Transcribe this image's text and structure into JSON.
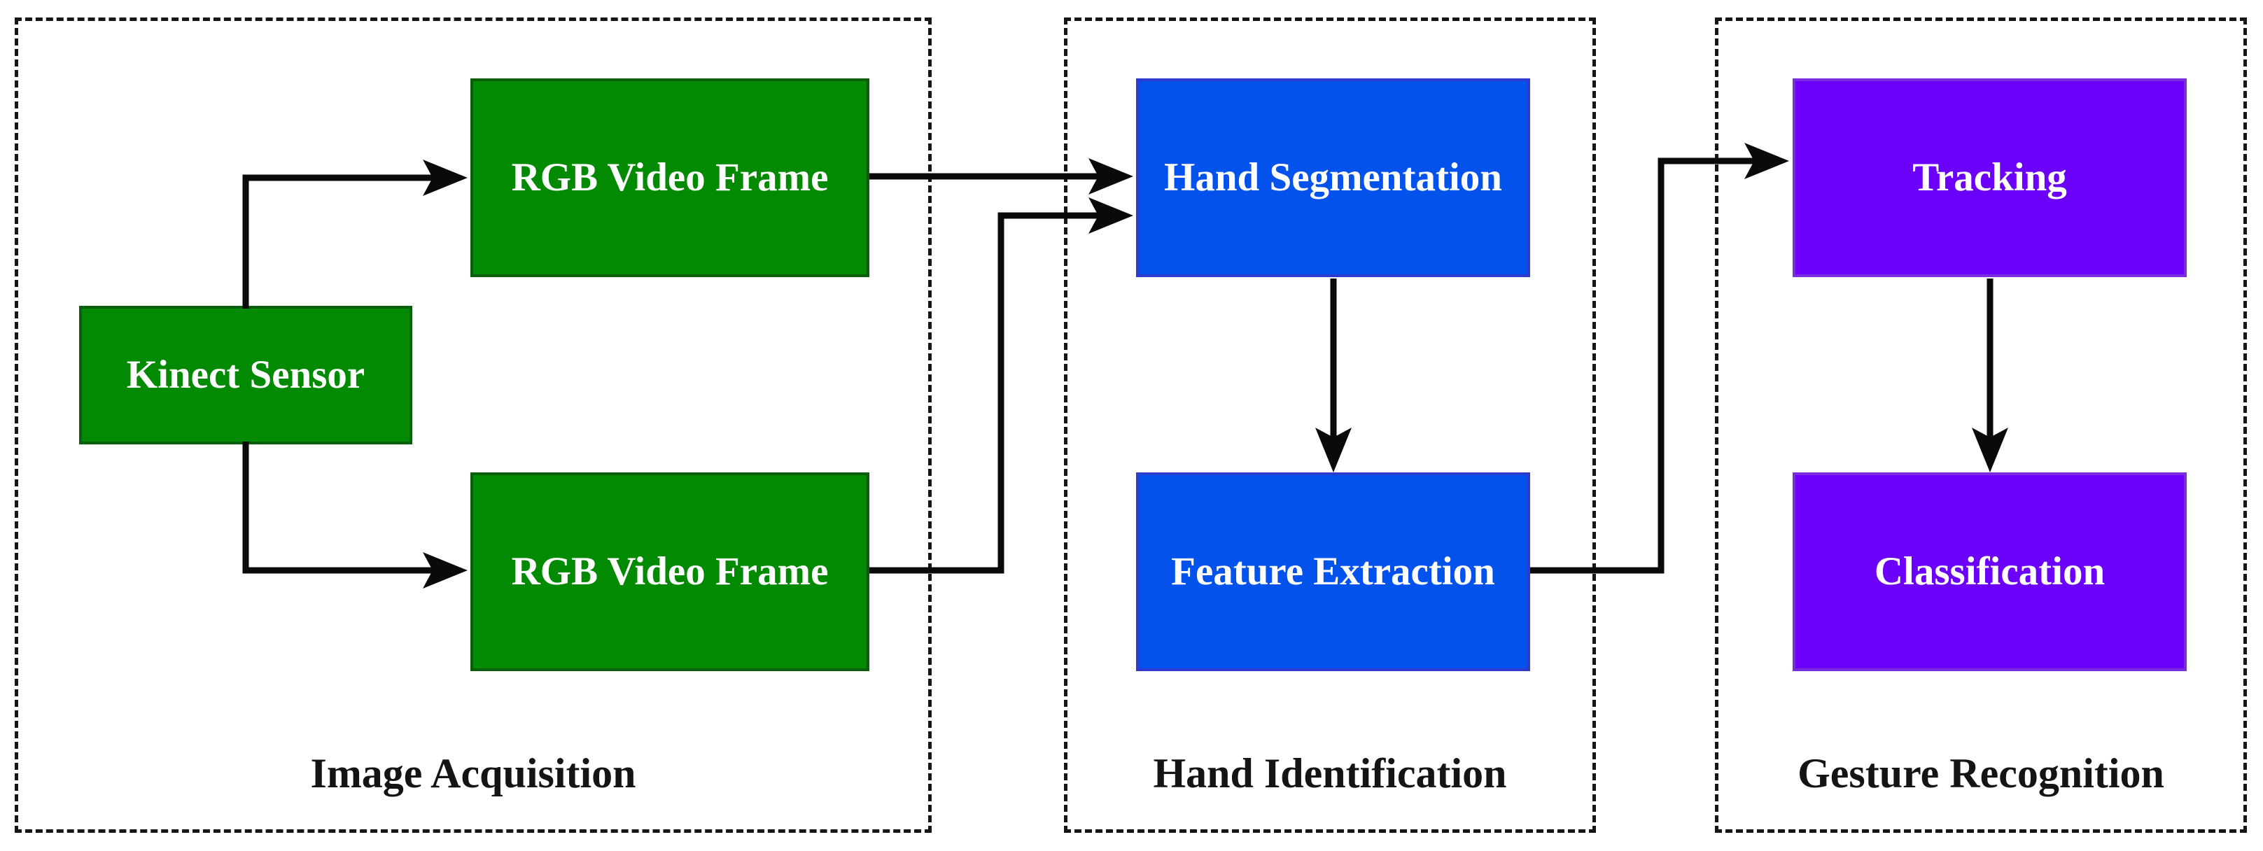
{
  "sections": [
    {
      "label": "Image Acquisition",
      "boxes": [
        {
          "label": "Kinect Sensor"
        },
        {
          "label": "RGB Video Frame"
        },
        {
          "label": "RGB Video Frame"
        }
      ]
    },
    {
      "label": "Hand Identification",
      "boxes": [
        {
          "label": "Hand Segmentation"
        },
        {
          "label": "Feature Extraction"
        }
      ]
    },
    {
      "label": "Gesture Recognition",
      "boxes": [
        {
          "label": "Tracking"
        },
        {
          "label": "Classification"
        }
      ]
    }
  ],
  "connections": [
    {
      "from": "Kinect Sensor",
      "to": "RGB Video Frame (top)"
    },
    {
      "from": "Kinect Sensor",
      "to": "RGB Video Frame (bottom)"
    },
    {
      "from": "RGB Video Frame (top)",
      "to": "Hand Segmentation"
    },
    {
      "from": "RGB Video Frame (bottom)",
      "to": "Hand Segmentation"
    },
    {
      "from": "Hand Segmentation",
      "to": "Feature Extraction"
    },
    {
      "from": "Feature Extraction",
      "to": "Tracking"
    },
    {
      "from": "Tracking",
      "to": "Classification"
    }
  ],
  "colors": {
    "acquisition_box_fill": "#028A02",
    "acquisition_box_border": "#0B5E0B",
    "identification_box_fill": "#0452EC",
    "identification_box_border": "#2D3BD1",
    "recognition_box_fill": "#6B01F8",
    "recognition_box_border": "#7B2BE0",
    "arrow_color": "#0A0A0A",
    "box_text_color": "#FFFFFF",
    "section_label_color": "#141414",
    "background": "#FFFFFF"
  }
}
